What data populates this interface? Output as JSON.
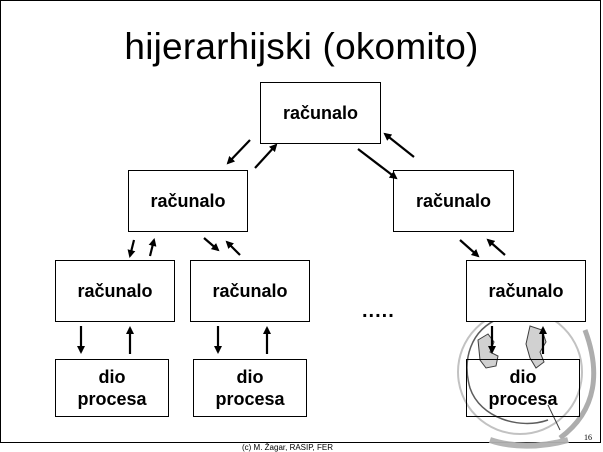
{
  "slide": {
    "title": "hijerarhijski (okomito)",
    "nodes": {
      "top": "računalo",
      "mid_left": "računalo",
      "mid_right": "računalo",
      "leaf_1": "računalo",
      "leaf_2": "računalo",
      "leaf_3": "računalo"
    },
    "processes": {
      "p1_line1": "dio",
      "p1_line2": "procesa",
      "p2_line1": "dio",
      "p2_line2": "procesa",
      "p3_line1": "dio",
      "p3_line2": "procesa"
    },
    "ellipsis": ".....",
    "footer": "(c) M. Žagar, RASIP, FER",
    "page_number": "16"
  },
  "colors": {
    "line": "#000000",
    "globe_ring": "#a9a9a9",
    "globe": "#dcdcdc"
  },
  "icons": [
    "globe-logo"
  ]
}
